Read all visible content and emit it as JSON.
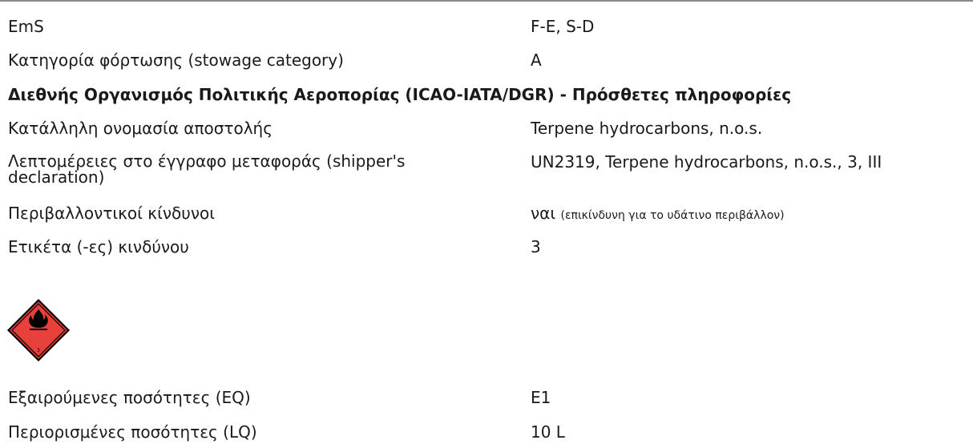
{
  "rows": {
    "ems": {
      "label": "EmS",
      "value": "F-E, S-D"
    },
    "stowage": {
      "label": "Κατηγορία φόρτωσης (stowage category)",
      "value": "A"
    },
    "icao_heading": "Διεθνής Οργανισμός Πολιτικής Αεροπορίας (ICAO-IATA/DGR) - Πρόσθετες πληροφορίες",
    "shipping_name": {
      "label": "Κατάλληλη ονομασία αποστολής",
      "value": "Terpene hydrocarbons, n.o.s."
    },
    "shipper_details": {
      "label_line1": "Λεπτομέρειες στο έγγραφο μεταφοράς (shipper's",
      "label_line2": "declaration)",
      "value": "UN2319, Terpene hydrocarbons, n.o.s., 3, III"
    },
    "env_hazards": {
      "label": "Περιβαλλοντικοί κίνδυνοι",
      "value_main": "ναι",
      "value_note": "(επικίνδυνη για το υδάτινο περιβάλλον)"
    },
    "hazard_labels": {
      "label": "Ετικέτα (-ες) κινδύνου",
      "value": "3"
    },
    "excepted_qty": {
      "label": "Εξαιρούμενες ποσότητες (EQ)",
      "value": "E1"
    },
    "limited_qty": {
      "label": "Περιορισμένες ποσότητες (LQ)",
      "value": "10 L"
    }
  },
  "pictogram": {
    "icon": "flammable-liquid-class-3-diamond-icon",
    "class_number": "3",
    "fill_color": "#e8403a",
    "border_color": "#000000"
  }
}
